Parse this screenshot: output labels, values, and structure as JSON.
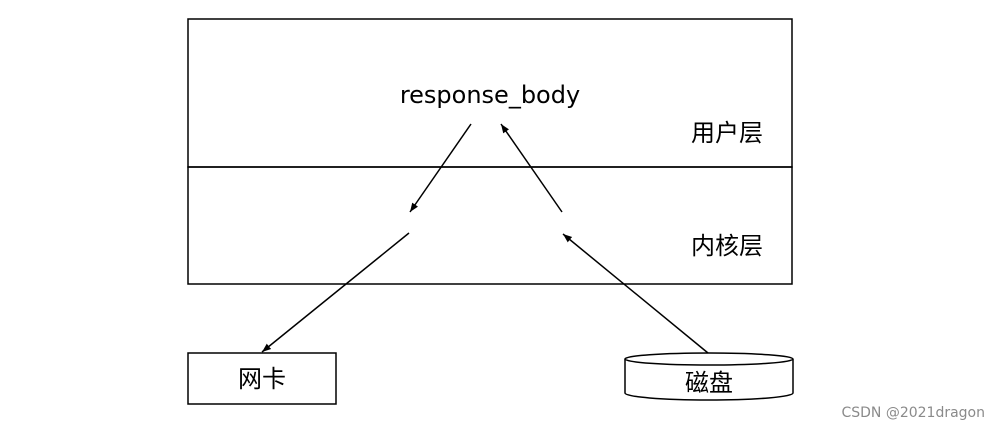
{
  "diagram": {
    "center_label": "response_body",
    "user_layer_label": "用户层",
    "kernel_layer_label": "内核层",
    "nic_label": "网卡",
    "disk_label": "磁盘"
  },
  "watermark": "CSDN @2021dragon"
}
